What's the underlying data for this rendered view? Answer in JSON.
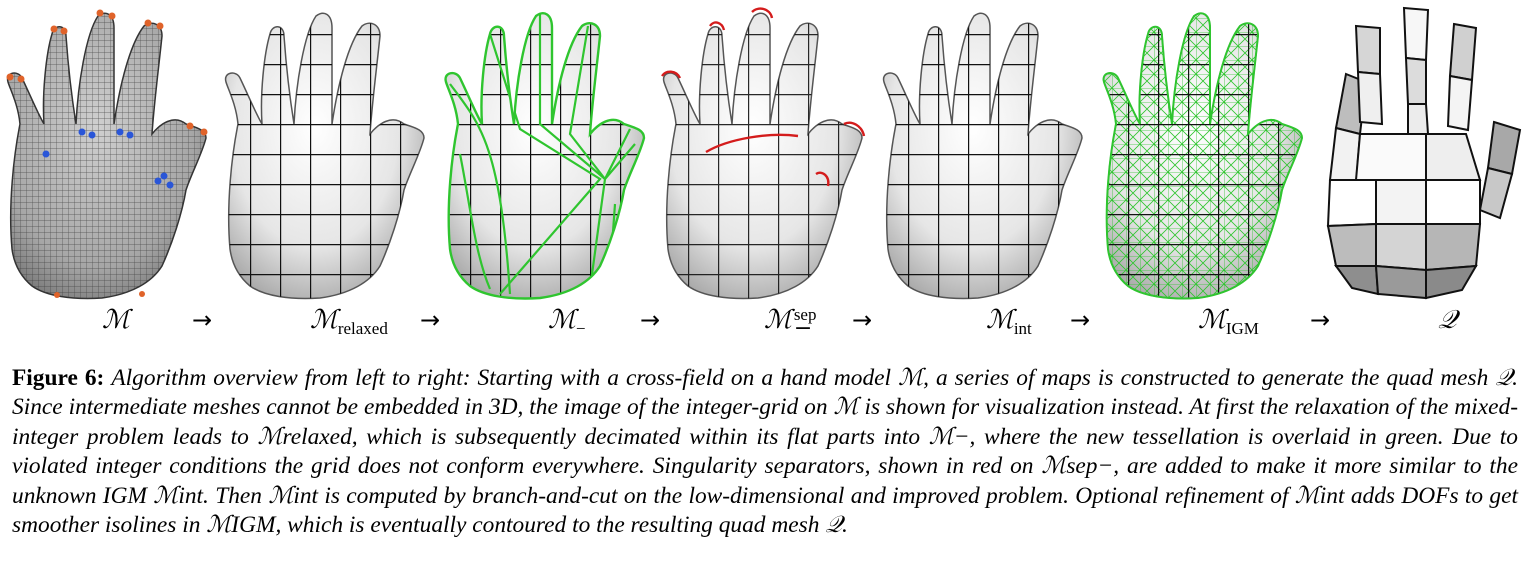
{
  "figure": {
    "labels": {
      "m": "ℳ",
      "relaxed": "relaxed",
      "minus_sign": "−",
      "sep": "sep",
      "int": "int",
      "igm": "IGM",
      "q": "𝒬"
    },
    "arrow": "→",
    "colors": {
      "grid_line": "#111111",
      "overlay_green": "#2fc52f",
      "separator_red": "#d41c1c",
      "singularity_blue": "#2a56d8",
      "singularity_orange": "#e0632a"
    }
  },
  "caption": {
    "label": "Figure 6:",
    "text": "Algorithm overview from left to right: Starting with a cross-field on a hand model ℳ, a series of maps is constructed to generate the quad mesh 𝒬. Since intermediate meshes cannot be embedded in 3D, the image of the integer-grid on ℳ is shown for visualization instead. At first the relaxation of the mixed-integer problem leads to ℳrelaxed, which is subsequently decimated within its flat parts into ℳ−, where the new tessellation is overlaid in green. Due to violated integer conditions the grid does not conform everywhere. Singularity separators, shown in red on ℳsep−, are added to make it more similar to the unknown IGM ℳint. Then ℳint is computed by branch-and-cut on the low-dimensional and improved problem. Optional refinement of ℳint adds DOFs to get smoother isolines in ℳIGM, which is eventually contoured to the resulting quad mesh 𝒬."
  }
}
